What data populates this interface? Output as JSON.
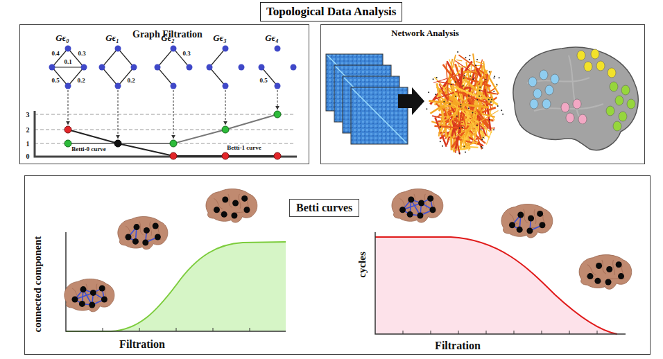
{
  "diagram": {
    "title": "Topological Data Analysis",
    "nodes": [
      {
        "text": [
          "Graph Filtration"
        ]
      },
      {
        "text": [
          "Network Analysis"
        ]
      },
      {
        "text": [
          "Betti curves"
        ]
      }
    ],
    "labels": [
      "Gϵ₀",
      "Gϵ₁",
      "Gϵ₂",
      "Gϵ₃",
      "Gϵ₄",
      "0.4",
      "0.3",
      "0.1",
      "0.5",
      "0.2",
      "0.2",
      "0.3",
      "0.5",
      "3",
      "2",
      "1",
      "0",
      "Betti-0 curve",
      "Betti-1 curve",
      "connected component",
      "Filtration",
      "cycles",
      "Filtration"
    ]
  }
}
